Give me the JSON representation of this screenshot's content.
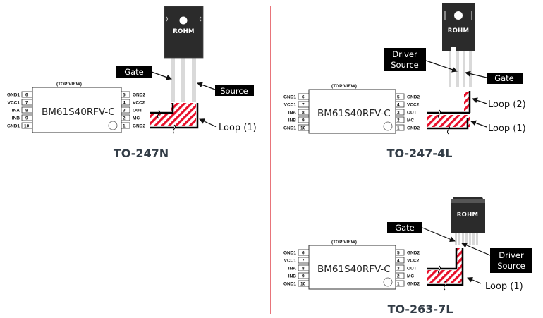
{
  "colors": {
    "divider": "#e0474f",
    "hatch_red": "#e8102a",
    "package_body": "#2b2b2b",
    "lead": "#d9d9d9",
    "callout_bg": "#000000",
    "caption": "#333d47"
  },
  "ic": {
    "top_view_label": "(TOP VIEW)",
    "part_name": "BM61S40RFV-C",
    "left_pins": [
      {
        "label": "GND1",
        "num": "6"
      },
      {
        "label": "VCC1",
        "num": "7"
      },
      {
        "label": "INA",
        "num": "8"
      },
      {
        "label": "INB",
        "num": "9"
      },
      {
        "label": "GND1",
        "num": "10"
      }
    ],
    "right_pins": [
      {
        "label": "GND2",
        "num": "5"
      },
      {
        "label": "VCC2",
        "num": "4"
      },
      {
        "label": "OUT",
        "num": "3"
      },
      {
        "label": "MC",
        "num": "2"
      },
      {
        "label": "GND2",
        "num": "1"
      }
    ]
  },
  "panels": [
    {
      "caption": "TO-247N",
      "logo": "ROHM",
      "callouts": {
        "gate": "Gate",
        "source": "Source"
      },
      "loops": [
        "Loop (1)"
      ]
    },
    {
      "caption": "TO-247-4L",
      "logo": "ROHM",
      "callouts": {
        "driver_source_line1": "Driver",
        "driver_source_line2": "Source",
        "gate": "Gate"
      },
      "loops": [
        "Loop (2)",
        "Loop (1)"
      ]
    },
    {
      "caption": "TO-263-7L",
      "logo": "ROHM",
      "callouts": {
        "gate": "Gate",
        "driver_source_line1": "Driver",
        "driver_source_line2": "Source"
      },
      "loops": [
        "Loop (1)"
      ]
    }
  ]
}
